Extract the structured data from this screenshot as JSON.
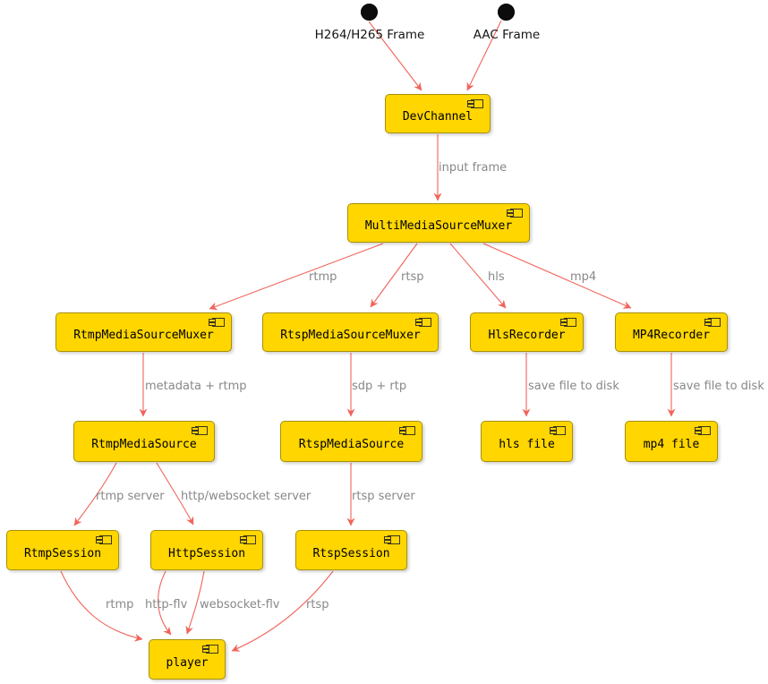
{
  "colors": {
    "node_fill": "#FFD600",
    "node_border": "#A89000",
    "arrow": "#F1645B",
    "edge_label_text": "#888888",
    "node_text": "#000000",
    "background": "#FFFFFF"
  },
  "start_nodes": {
    "video": "H264/H265 Frame",
    "audio": "AAC Frame"
  },
  "nodes": {
    "dev_channel": "DevChannel",
    "multi_media_source_muxer": "MultiMediaSourceMuxer",
    "rtmp_media_source_muxer": "RtmpMediaSourceMuxer",
    "rtsp_media_source_muxer": "RtspMediaSourceMuxer",
    "hls_recorder": "HlsRecorder",
    "mp4_recorder": "MP4Recorder",
    "rtmp_media_source": "RtmpMediaSource",
    "rtsp_media_source": "RtspMediaSource",
    "hls_file": "hls file",
    "mp4_file": "mp4 file",
    "rtmp_session": "RtmpSession",
    "http_session": "HttpSession",
    "rtsp_session": "RtspSession",
    "player": "player"
  },
  "edge_labels": {
    "input_frame": "input frame",
    "rtmp": "rtmp",
    "rtsp": "rtsp",
    "hls": "hls",
    "mp4": "mp4",
    "metadata_rtmp": "metadata + rtmp",
    "sdp_rtp": "sdp + rtp",
    "save_hls": "save file to disk",
    "save_mp4": "save file to disk",
    "rtmp_server": "rtmp server",
    "http_websocket_server": "http/websocket server",
    "rtsp_server": "rtsp server",
    "rtmp_play": "rtmp",
    "http_flv": "http-flv",
    "websocket_flv": "websocket-flv",
    "rtsp_play": "rtsp"
  }
}
